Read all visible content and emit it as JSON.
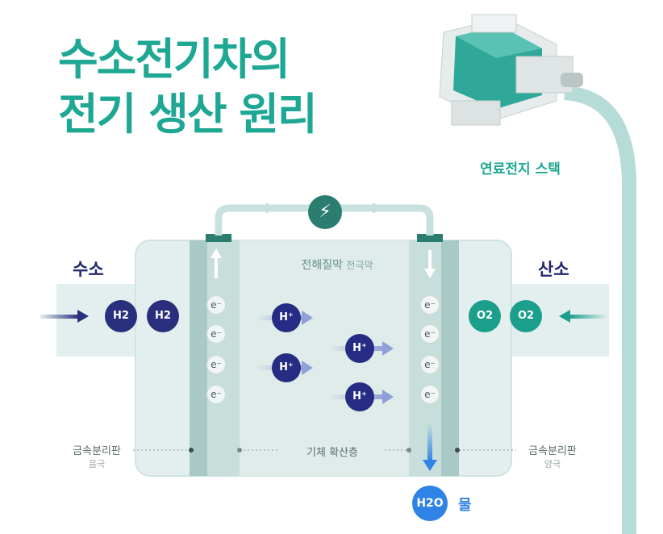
{
  "title": {
    "line1": "수소전기차의",
    "line2": "전기 생산 원리"
  },
  "stack_label": "연료전지 스택",
  "hydrogen_label": "수소",
  "oxygen_label": "산소",
  "membrane": {
    "label": "전해질막",
    "sub": "전극막"
  },
  "molecules": {
    "h2": "H2",
    "o2": "O2",
    "hplus": "H⁺",
    "eminus": "e⁻",
    "h2o": "H2O"
  },
  "water_label": "물",
  "gas_diffusion_layer": "기체 확산층",
  "left_plate": {
    "label": "금속분리판",
    "sub": "음극"
  },
  "right_plate": {
    "label": "금속분리판",
    "sub": "양극"
  },
  "power_icon": "lightning-bolt-icon",
  "colors": {
    "teal": "#1ea793",
    "navy": "#2a2f7d",
    "water": "#2f83e6",
    "plate": "#b8d3d0"
  }
}
